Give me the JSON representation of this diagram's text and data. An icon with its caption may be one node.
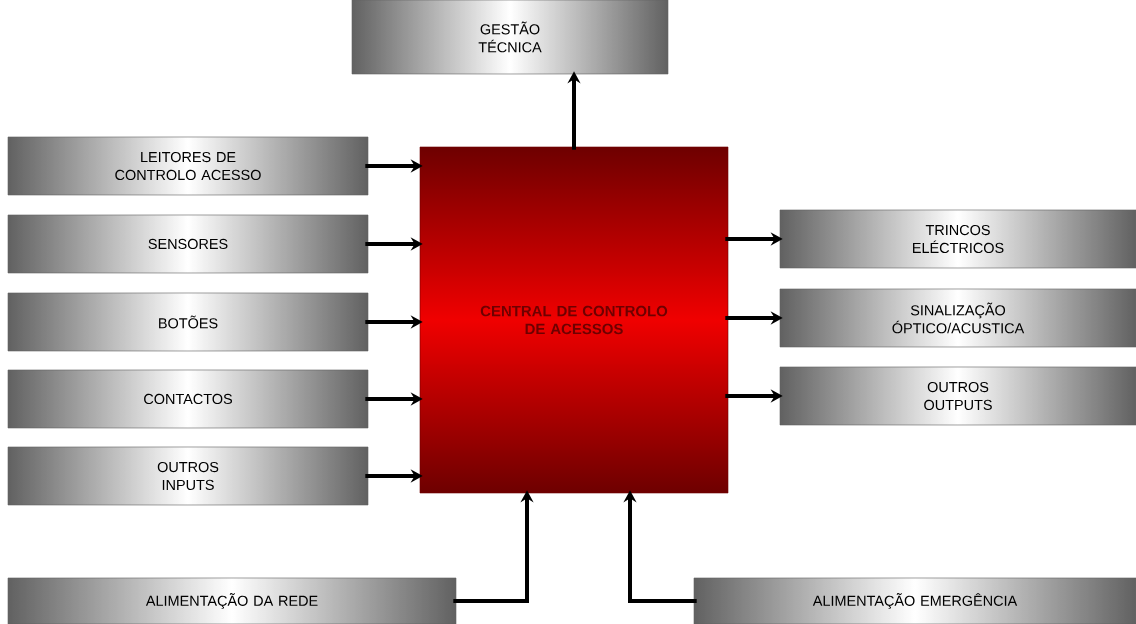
{
  "diagram": {
    "nodes": [
      {
        "text": [
          "GESTÃO TÉCNICA"
        ]
      },
      {
        "text": [
          "LEITORES DE CONTROLO ACESSO"
        ]
      },
      {
        "text": [
          "SENSORES"
        ]
      },
      {
        "text": [
          "BOTÕES"
        ]
      },
      {
        "text": [
          "CONTACTOS"
        ]
      },
      {
        "text": [
          "OUTROS INPUTS"
        ]
      },
      {
        "text": [
          "CENTRAL DE CONTROLO DE ACESSOS"
        ]
      },
      {
        "text": [
          "TRINCOS ELÉCTRICOS"
        ]
      },
      {
        "text": [
          "SINALIZAÇÃO ÓPTICO/ACUSTICA"
        ]
      },
      {
        "text": [
          "OUTROS OUTPUTS"
        ]
      },
      {
        "text": [
          "ALIMENTAÇÃO DA REDE"
        ]
      },
      {
        "text": [
          "ALIMENTAÇÃO EMERGÊNCIA"
        ]
      }
    ],
    "edges": [
      {
        "from": 6,
        "to": 0,
        "arrow": "to"
      },
      {
        "from": 1,
        "to": 6,
        "arrow": "to"
      },
      {
        "from": 2,
        "to": 6,
        "arrow": "to"
      },
      {
        "from": 3,
        "to": 6,
        "arrow": "to"
      },
      {
        "from": 4,
        "to": 6,
        "arrow": "to"
      },
      {
        "from": 5,
        "to": 6,
        "arrow": "to"
      },
      {
        "from": 6,
        "to": 7,
        "arrow": "to"
      },
      {
        "from": 6,
        "to": 8,
        "arrow": "to"
      },
      {
        "from": 6,
        "to": 9,
        "arrow": "to"
      },
      {
        "from": 10,
        "to": 6,
        "arrow": "to"
      },
      {
        "from": 11,
        "to": 6,
        "arrow": "to"
      }
    ]
  }
}
